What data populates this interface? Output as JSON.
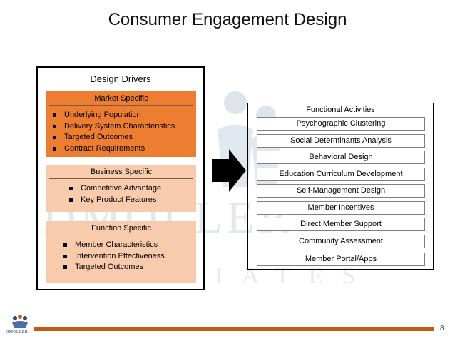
{
  "title": "Consumer Engagement Design",
  "watermark": {
    "name": "DMOLLER",
    "sub": "ASSOCIATES"
  },
  "drivers": {
    "title": "Design Drivers",
    "market": {
      "heading": "Market Specific",
      "items": [
        "Underlying Population",
        "Delivery System Characteristics",
        "Targeted Outcomes",
        "Contract Requirements"
      ]
    },
    "business": {
      "heading": "Business Specific",
      "items": [
        "Competitive Advantage",
        "Key Product Features"
      ]
    },
    "function": {
      "heading": "Function Specific",
      "items": [
        "Member Characteristics",
        "Intervention Effectiveness",
        "Targeted Outcomes"
      ]
    }
  },
  "activities": {
    "title": "Functional Activities",
    "items": [
      "Psychographic Clustering",
      "Social Determinants Analysis",
      "Behavioral Design",
      "Education Curriculum Development",
      "Self-Management Design",
      "Member Incentives",
      "Direct Member Support",
      "Community Assessment",
      "Member Portal/Apps"
    ]
  },
  "footer": {
    "logo_text": "DMOLLER",
    "page_number": "8"
  },
  "colors": {
    "market": "#ed7d31",
    "light": "#f8cbad",
    "footer_line": "#c55a11"
  }
}
